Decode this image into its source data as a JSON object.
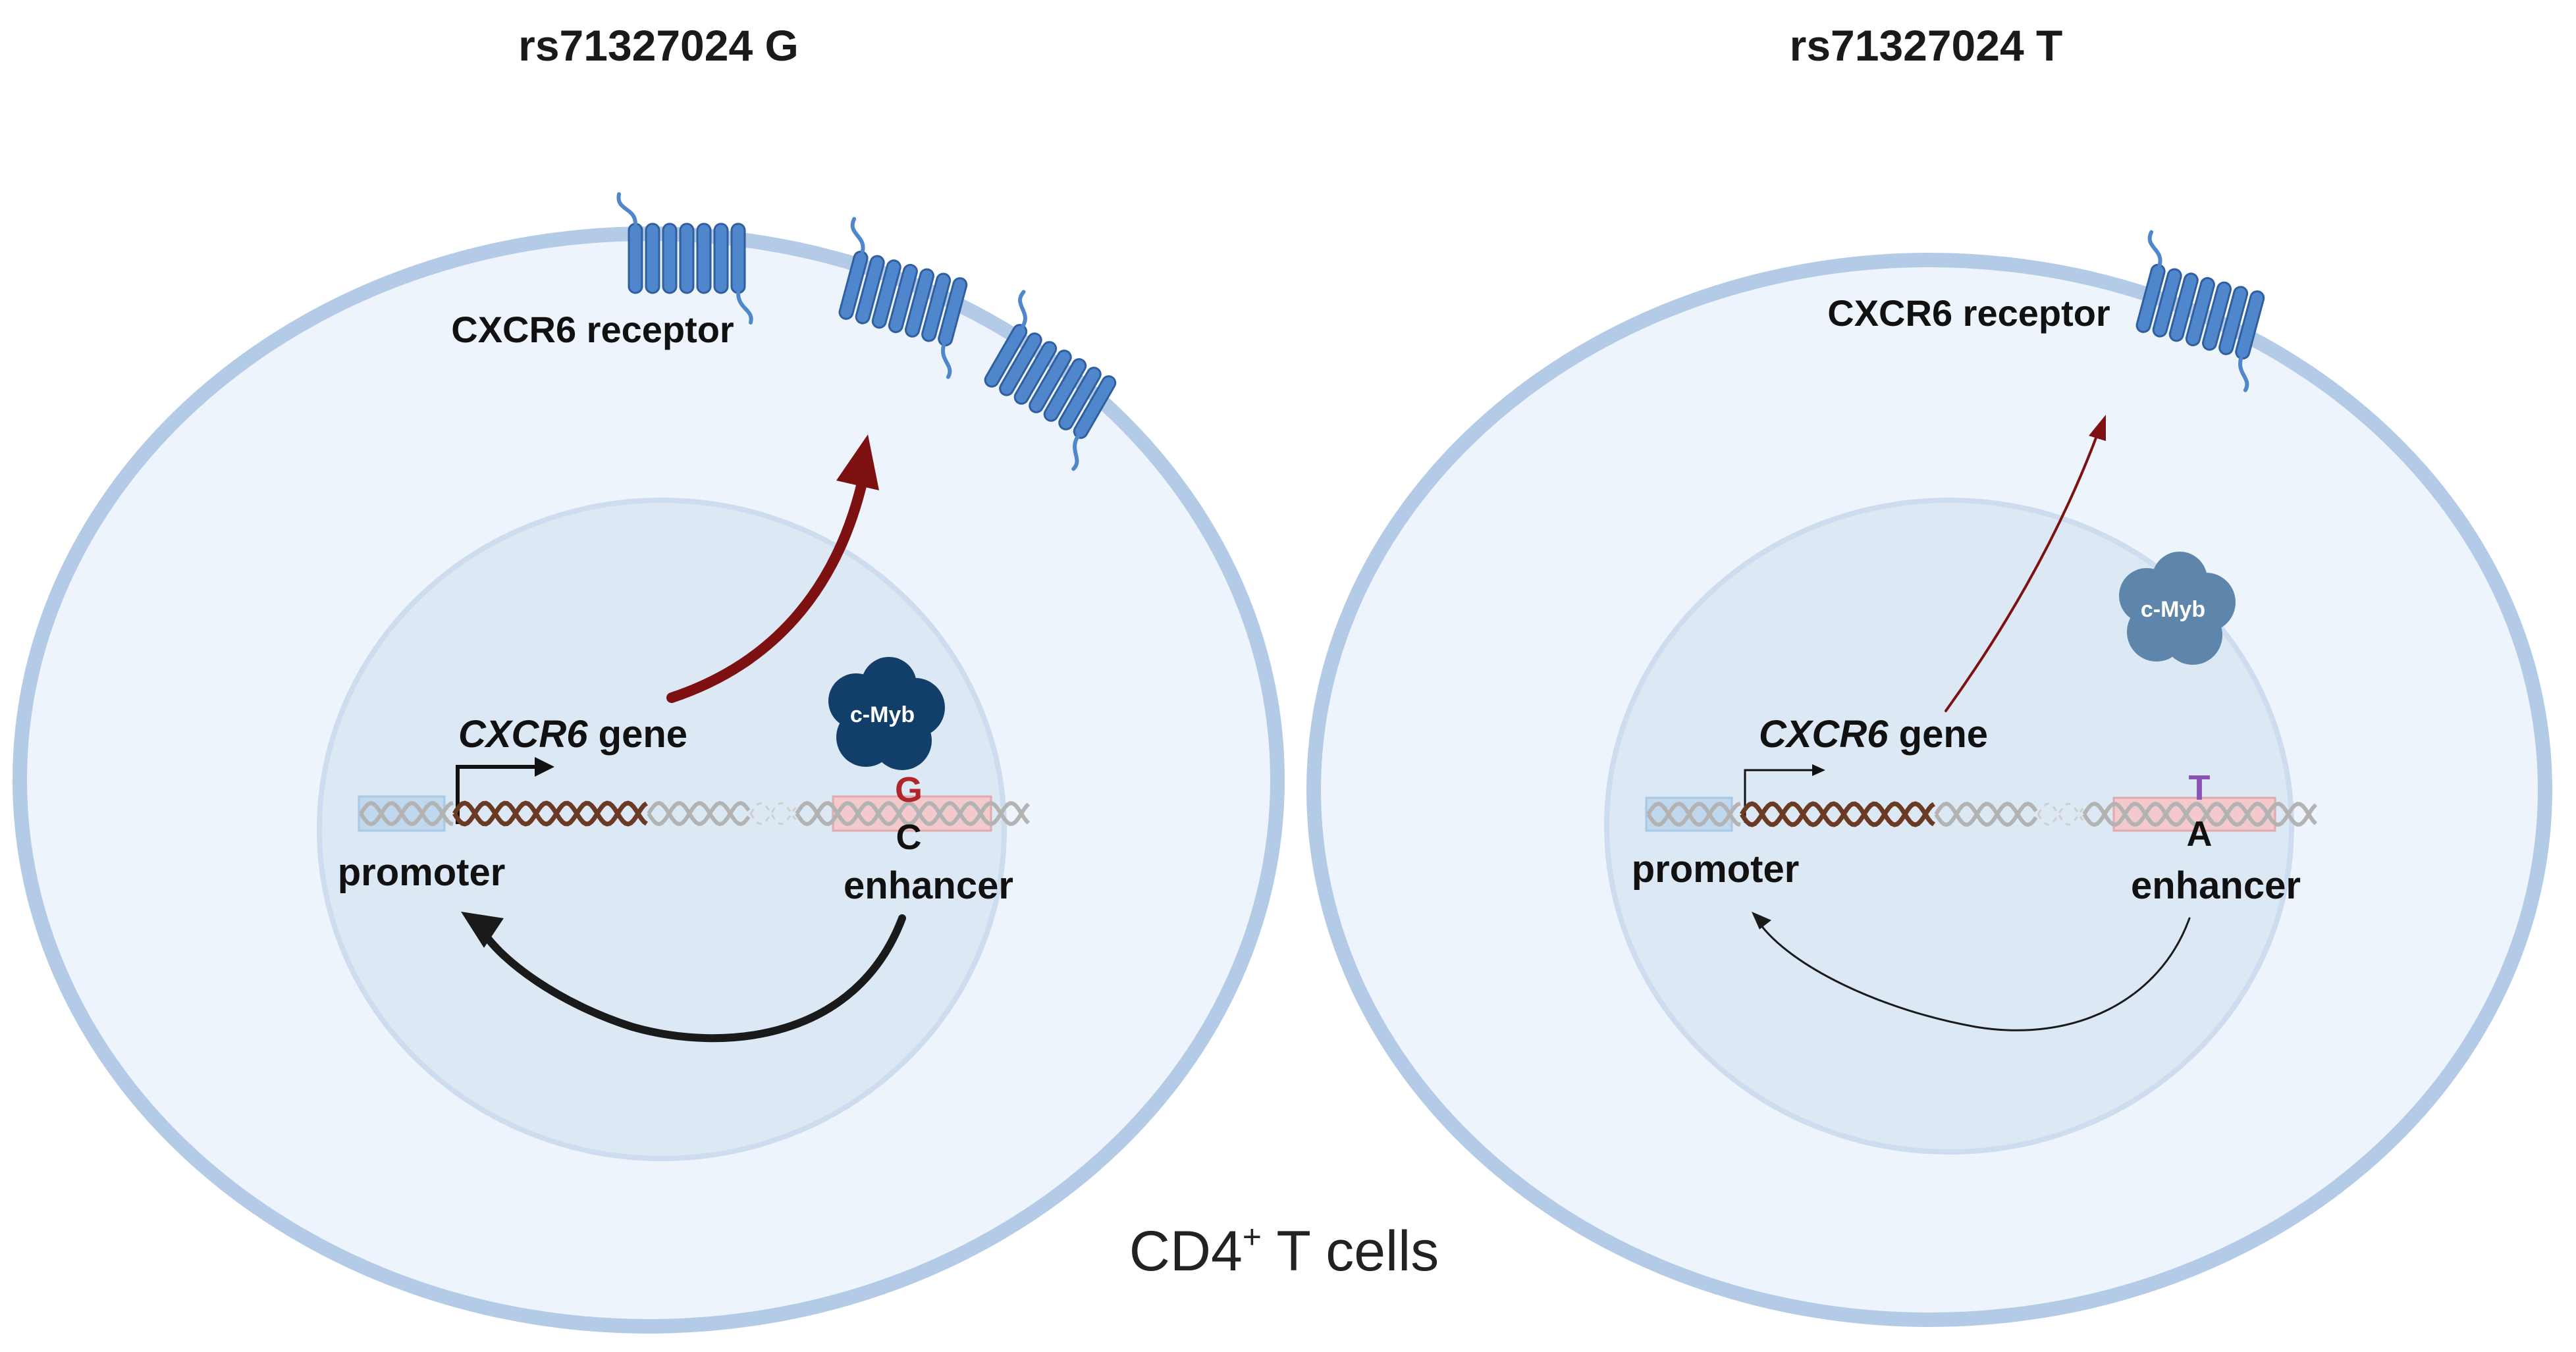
{
  "panels": [
    {
      "id": "left",
      "title": "rs71327024 G",
      "receptor_label": "CXCR6 receptor",
      "gene_label_italic": "CXCR6",
      "gene_label_suffix": " gene",
      "promoter_label": "promoter",
      "enhancer_label": "enhancer",
      "tf_label": "c-Myb",
      "allele_top": "G",
      "allele_bottom": "C",
      "receptor_count": 3,
      "expression": "high",
      "tf_bound": true
    },
    {
      "id": "right",
      "title": "rs71327024 T",
      "receptor_label": "CXCR6 receptor",
      "gene_label_italic": "CXCR6",
      "gene_label_suffix": " gene",
      "promoter_label": "promoter",
      "enhancer_label": "enhancer",
      "tf_label": "c-Myb",
      "allele_top": "T",
      "allele_bottom": "A",
      "receptor_count": 1,
      "expression": "low",
      "tf_bound": false
    }
  ],
  "footer": {
    "prefix": "CD4",
    "superscript": "+",
    "suffix": " T cells"
  },
  "colors": {
    "cell_fill": "#eef4fb",
    "cell_border": "#b4cbe8",
    "nucleus_fill": "#dde8f5",
    "nucleus_border": "#cddcef",
    "receptor": "#4f86cc",
    "expression_arrow": "#7d1111",
    "loop_arrow": "#1a1a1a",
    "promoter_box": "#bfd8ee",
    "enhancer_box": "#f3c9cc",
    "dna_active": "#6b3a24",
    "dna_inactive": "#b3b3b3",
    "myb_bound": "#123f6a",
    "myb_unbound": "#5e86ab",
    "allele_g": "#b0252a",
    "allele_t": "#8a52b3"
  }
}
